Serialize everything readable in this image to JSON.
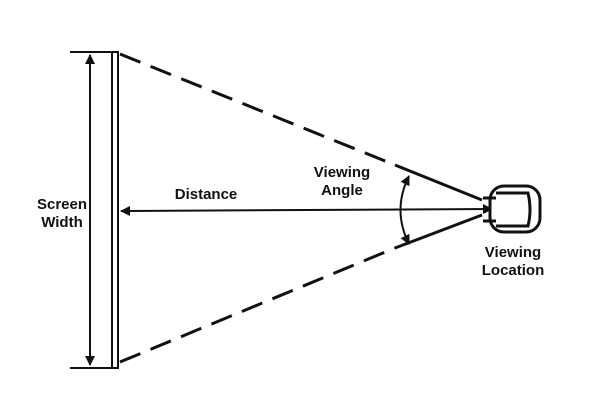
{
  "diagram": {
    "labels": {
      "screen_width": [
        "Screen",
        "Width"
      ],
      "distance": "Distance",
      "viewing_angle": [
        "Viewing",
        "Angle"
      ],
      "viewing_location": [
        "Viewing",
        "Location"
      ]
    },
    "icons": {
      "viewer": "armchair-icon"
    },
    "colors": {
      "ink": "#111111",
      "background": "#ffffff"
    }
  }
}
